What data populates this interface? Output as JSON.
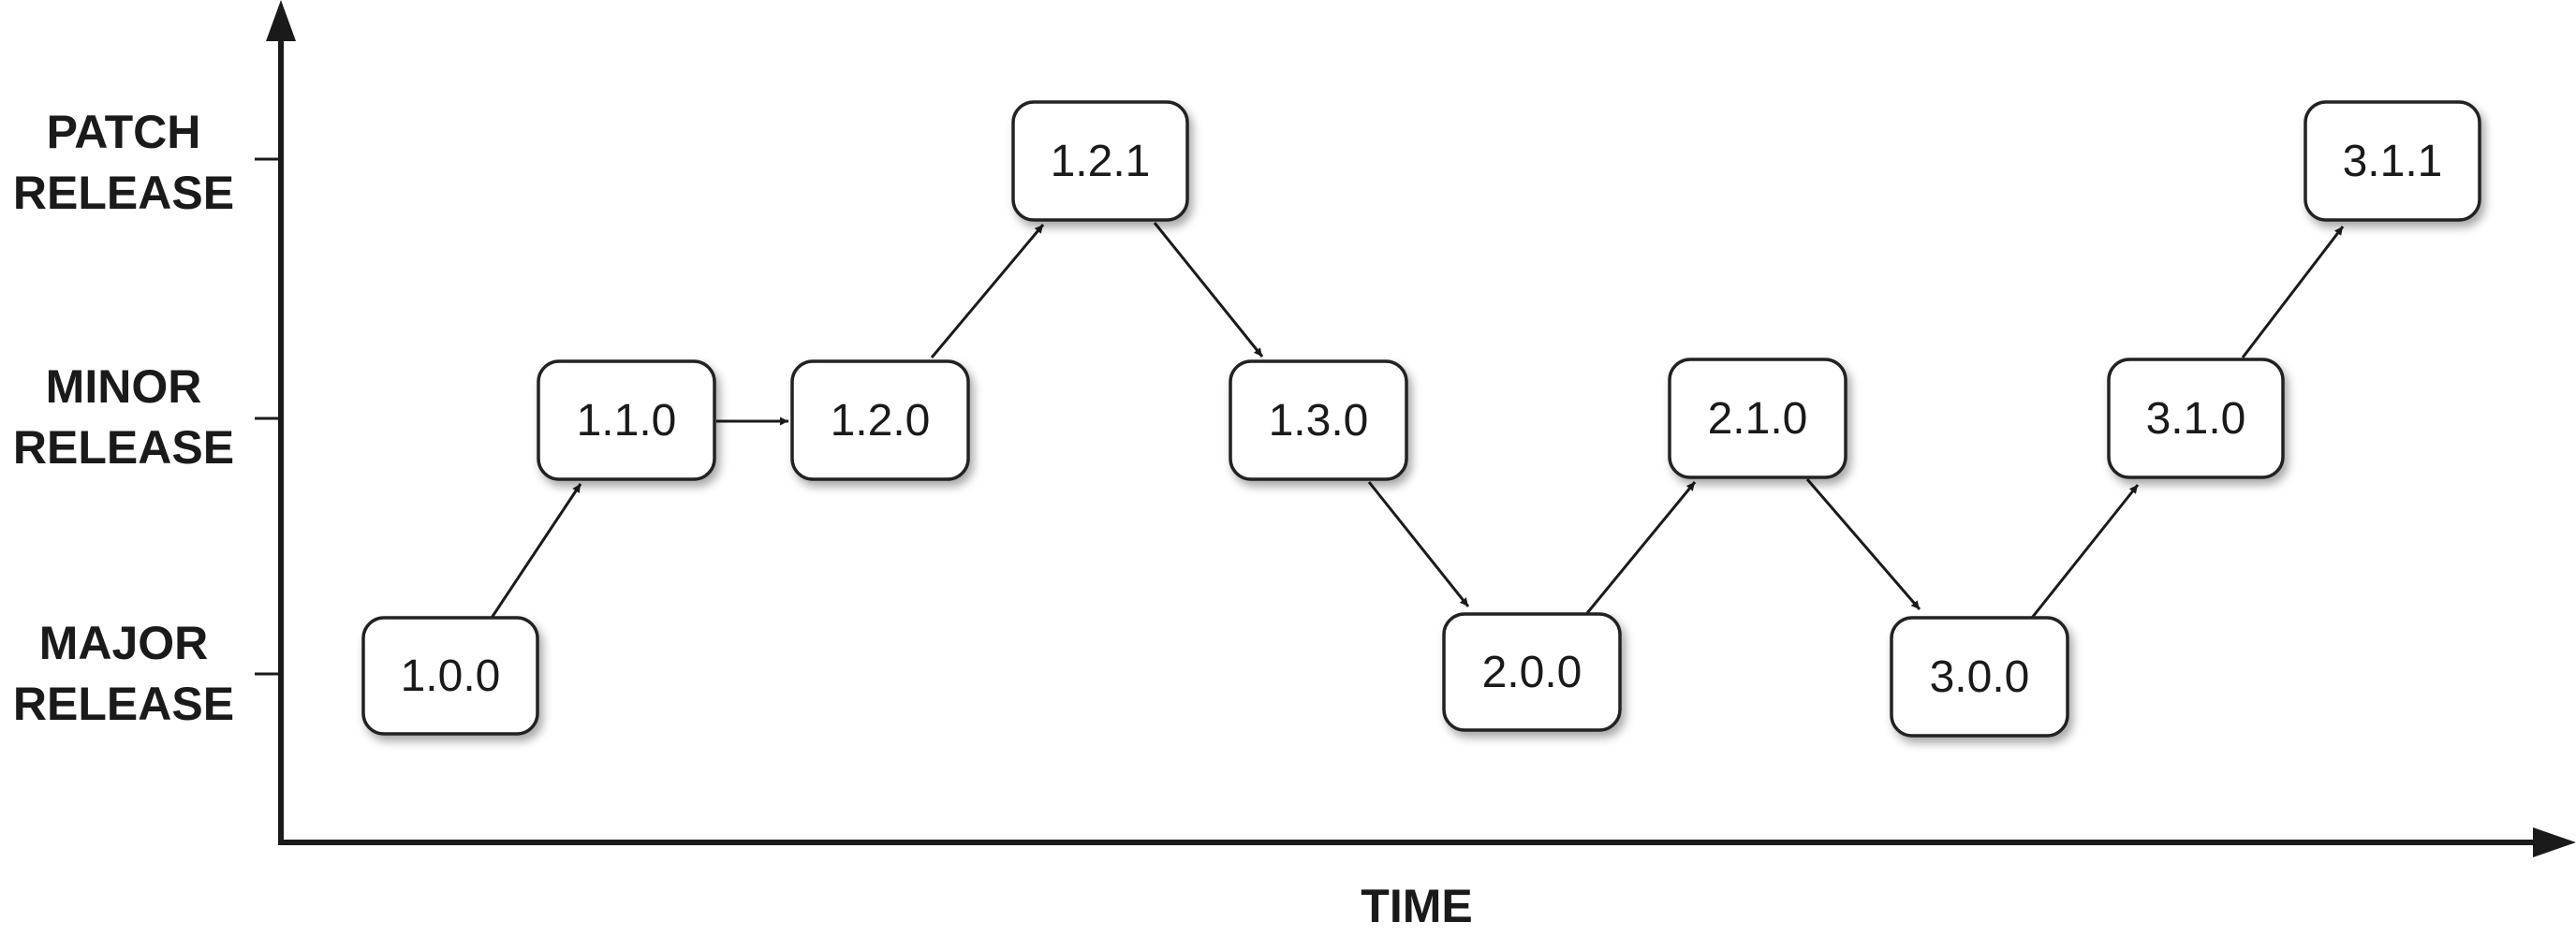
{
  "y_axis": {
    "levels": [
      {
        "line1": "PATCH",
        "line2": "RELEASE"
      },
      {
        "line1": "MINOR",
        "line2": "RELEASE"
      },
      {
        "line1": "MAJOR",
        "line2": "RELEASE"
      }
    ]
  },
  "x_axis": {
    "label": "TIME"
  },
  "nodes": [
    {
      "id": "n100",
      "label": "1.0.0",
      "level": "major"
    },
    {
      "id": "n110",
      "label": "1.1.0",
      "level": "minor"
    },
    {
      "id": "n120",
      "label": "1.2.0",
      "level": "minor"
    },
    {
      "id": "n121",
      "label": "1.2.1",
      "level": "patch"
    },
    {
      "id": "n130",
      "label": "1.3.0",
      "level": "minor"
    },
    {
      "id": "n200",
      "label": "2.0.0",
      "level": "major"
    },
    {
      "id": "n210",
      "label": "2.1.0",
      "level": "minor"
    },
    {
      "id": "n300",
      "label": "3.0.0",
      "level": "major"
    },
    {
      "id": "n310",
      "label": "3.1.0",
      "level": "minor"
    },
    {
      "id": "n311",
      "label": "3.1.1",
      "level": "patch"
    }
  ],
  "edges": [
    {
      "from": "n100",
      "to": "n110"
    },
    {
      "from": "n110",
      "to": "n120"
    },
    {
      "from": "n120",
      "to": "n121"
    },
    {
      "from": "n121",
      "to": "n130"
    },
    {
      "from": "n130",
      "to": "n200"
    },
    {
      "from": "n200",
      "to": "n210"
    },
    {
      "from": "n210",
      "to": "n300"
    },
    {
      "from": "n300",
      "to": "n310"
    },
    {
      "from": "n310",
      "to": "n311"
    }
  ]
}
